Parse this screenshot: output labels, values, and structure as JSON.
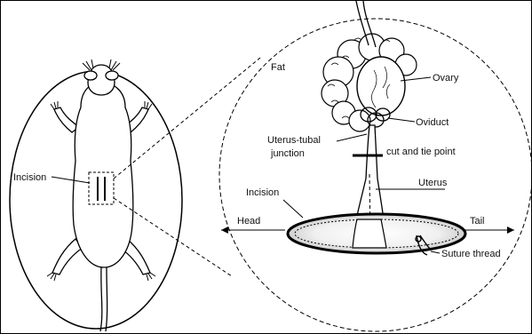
{
  "labels": {
    "fat": "Fat",
    "ovary": "Ovary",
    "oviduct": "Oviduct",
    "uterus_tubal_junction_1": "Uterus-tubal",
    "uterus_tubal_junction_2": "junction",
    "cut_and_tie_point": "cut and tie point",
    "uterus": "Uterus",
    "incision_right": "Incision",
    "incision_left": "Incision",
    "head": "Head",
    "tail": "Tail",
    "suture_thread": "Suture thread"
  }
}
